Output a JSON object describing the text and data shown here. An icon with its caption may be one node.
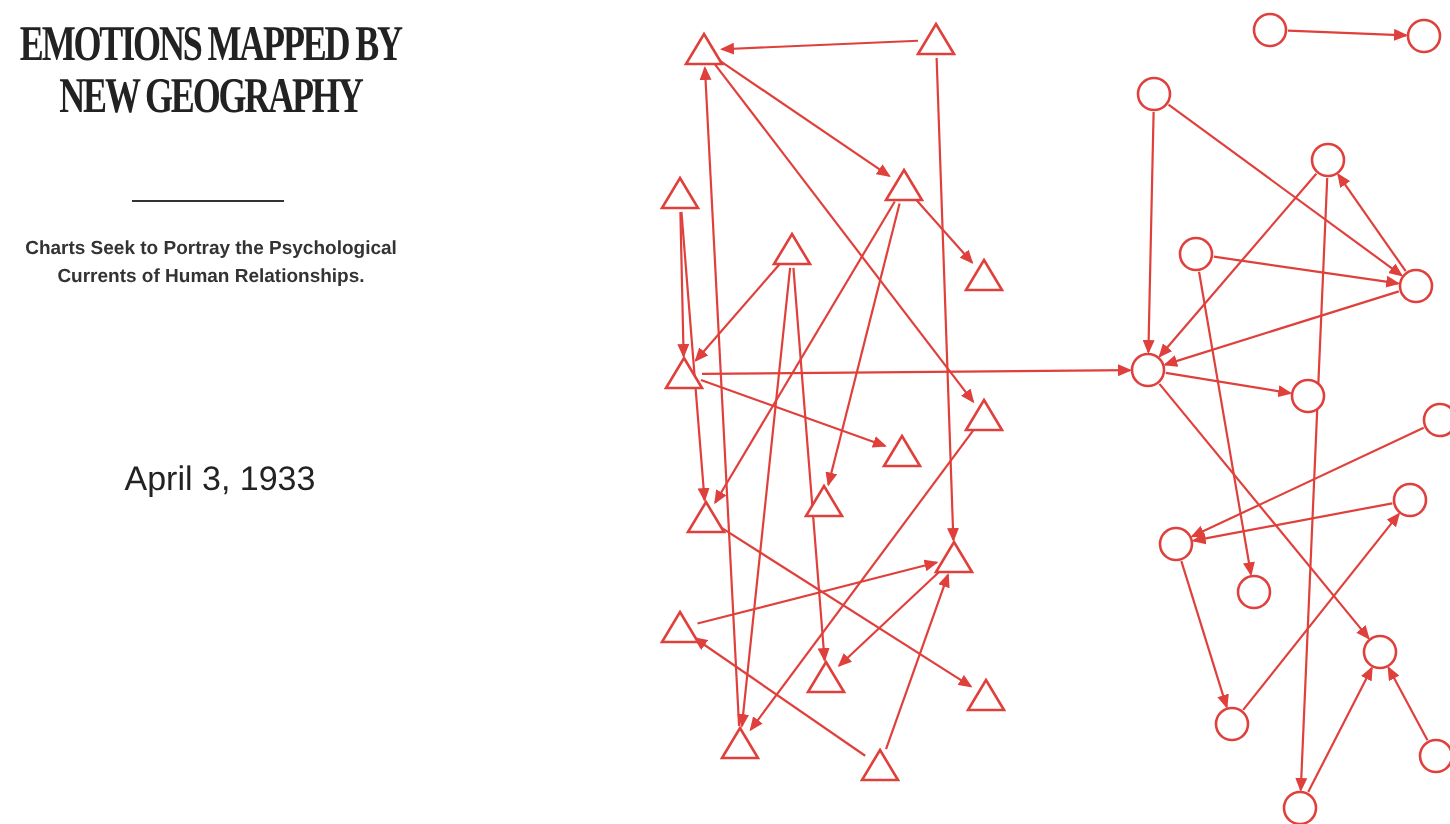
{
  "diagram": {
    "title": "EMOTIONS MAPPED BY NEW GEOGRAPHY",
    "nodes": [
      {
        "text": [],
        "shape": "triangle"
      },
      {
        "text": [],
        "shape": "triangle"
      },
      {
        "text": [],
        "shape": "triangle"
      },
      {
        "text": [],
        "shape": "triangle"
      },
      {
        "text": [],
        "shape": "triangle"
      },
      {
        "text": [],
        "shape": "triangle"
      },
      {
        "text": [],
        "shape": "triangle"
      },
      {
        "text": [],
        "shape": "triangle"
      },
      {
        "text": [],
        "shape": "triangle"
      },
      {
        "text": [],
        "shape": "triangle"
      },
      {
        "text": [],
        "shape": "triangle"
      },
      {
        "text": [],
        "shape": "triangle"
      },
      {
        "text": [],
        "shape": "triangle"
      },
      {
        "text": [],
        "shape": "triangle"
      },
      {
        "text": [],
        "shape": "triangle"
      },
      {
        "text": [],
        "shape": "triangle"
      },
      {
        "text": [],
        "shape": "triangle"
      },
      {
        "text": [],
        "shape": "circle"
      },
      {
        "text": [],
        "shape": "circle"
      },
      {
        "text": [],
        "shape": "circle"
      },
      {
        "text": [],
        "shape": "circle"
      },
      {
        "text": [],
        "shape": "circle"
      },
      {
        "text": [],
        "shape": "circle"
      },
      {
        "text": [],
        "shape": "circle"
      },
      {
        "text": [],
        "shape": "circle"
      },
      {
        "text": [],
        "shape": "circle"
      },
      {
        "text": [],
        "shape": "circle"
      },
      {
        "text": [],
        "shape": "circle"
      },
      {
        "text": [],
        "shape": "circle"
      },
      {
        "text": [],
        "shape": "circle"
      },
      {
        "text": [],
        "shape": "circle"
      },
      {
        "text": [],
        "shape": "circle"
      },
      {
        "text": [],
        "shape": "circle"
      }
    ],
    "edges": [
      {
        "from": 1,
        "to": 0,
        "arrow": "to"
      },
      {
        "from": 1,
        "to": 11,
        "arrow": "to"
      },
      {
        "from": 0,
        "to": 3,
        "arrow": "to"
      },
      {
        "from": 3,
        "to": 5,
        "arrow": "to"
      },
      {
        "from": 0,
        "to": 7,
        "arrow": "to"
      },
      {
        "from": 15,
        "to": 0,
        "arrow": "to"
      },
      {
        "from": 2,
        "to": 6,
        "arrow": "to"
      },
      {
        "from": 2,
        "to": 9,
        "arrow": "to"
      },
      {
        "from": 4,
        "to": 6,
        "arrow": "to"
      },
      {
        "from": 4,
        "to": 13,
        "arrow": "to"
      },
      {
        "from": 4,
        "to": 15,
        "arrow": "to"
      },
      {
        "from": 3,
        "to": 9,
        "arrow": "to"
      },
      {
        "from": 3,
        "to": 10,
        "arrow": "to"
      },
      {
        "from": 6,
        "to": 23,
        "arrow": "to"
      },
      {
        "from": 6,
        "to": 8,
        "arrow": "to"
      },
      {
        "from": 7,
        "to": 15,
        "arrow": "to"
      },
      {
        "from": 9,
        "to": 14,
        "arrow": "to"
      },
      {
        "from": 12,
        "to": 11,
        "arrow": "to"
      },
      {
        "from": 11,
        "to": 13,
        "arrow": "to"
      },
      {
        "from": 16,
        "to": 11,
        "arrow": "to"
      },
      {
        "from": 16,
        "to": 12,
        "arrow": "to"
      },
      {
        "from": 17,
        "to": 18,
        "arrow": "to"
      },
      {
        "from": 19,
        "to": 23,
        "arrow": "to"
      },
      {
        "from": 19,
        "to": 22,
        "arrow": "to"
      },
      {
        "from": 20,
        "to": 23,
        "arrow": "to"
      },
      {
        "from": 22,
        "to": 20,
        "arrow": "to"
      },
      {
        "from": 21,
        "to": 22,
        "arrow": "to"
      },
      {
        "from": 22,
        "to": 23,
        "arrow": "to"
      },
      {
        "from": 23,
        "to": 24,
        "arrow": "to"
      },
      {
        "from": 21,
        "to": 28,
        "arrow": "to"
      },
      {
        "from": 27,
        "to": 26,
        "arrow": "to"
      },
      {
        "from": 25,
        "to": 26,
        "arrow": "to"
      },
      {
        "from": 23,
        "to": 29,
        "arrow": "to"
      },
      {
        "from": 26,
        "to": 30,
        "arrow": "to"
      },
      {
        "from": 30,
        "to": 27,
        "arrow": "to"
      },
      {
        "from": 32,
        "to": 29,
        "arrow": "to"
      },
      {
        "from": 31,
        "to": 29,
        "arrow": "to"
      },
      {
        "from": 20,
        "to": 32,
        "arrow": "to"
      }
    ],
    "labels": [
      "Charts Seek to Portray the Psychological Currents of Human Relationships.",
      "April 3, 1933"
    ]
  }
}
